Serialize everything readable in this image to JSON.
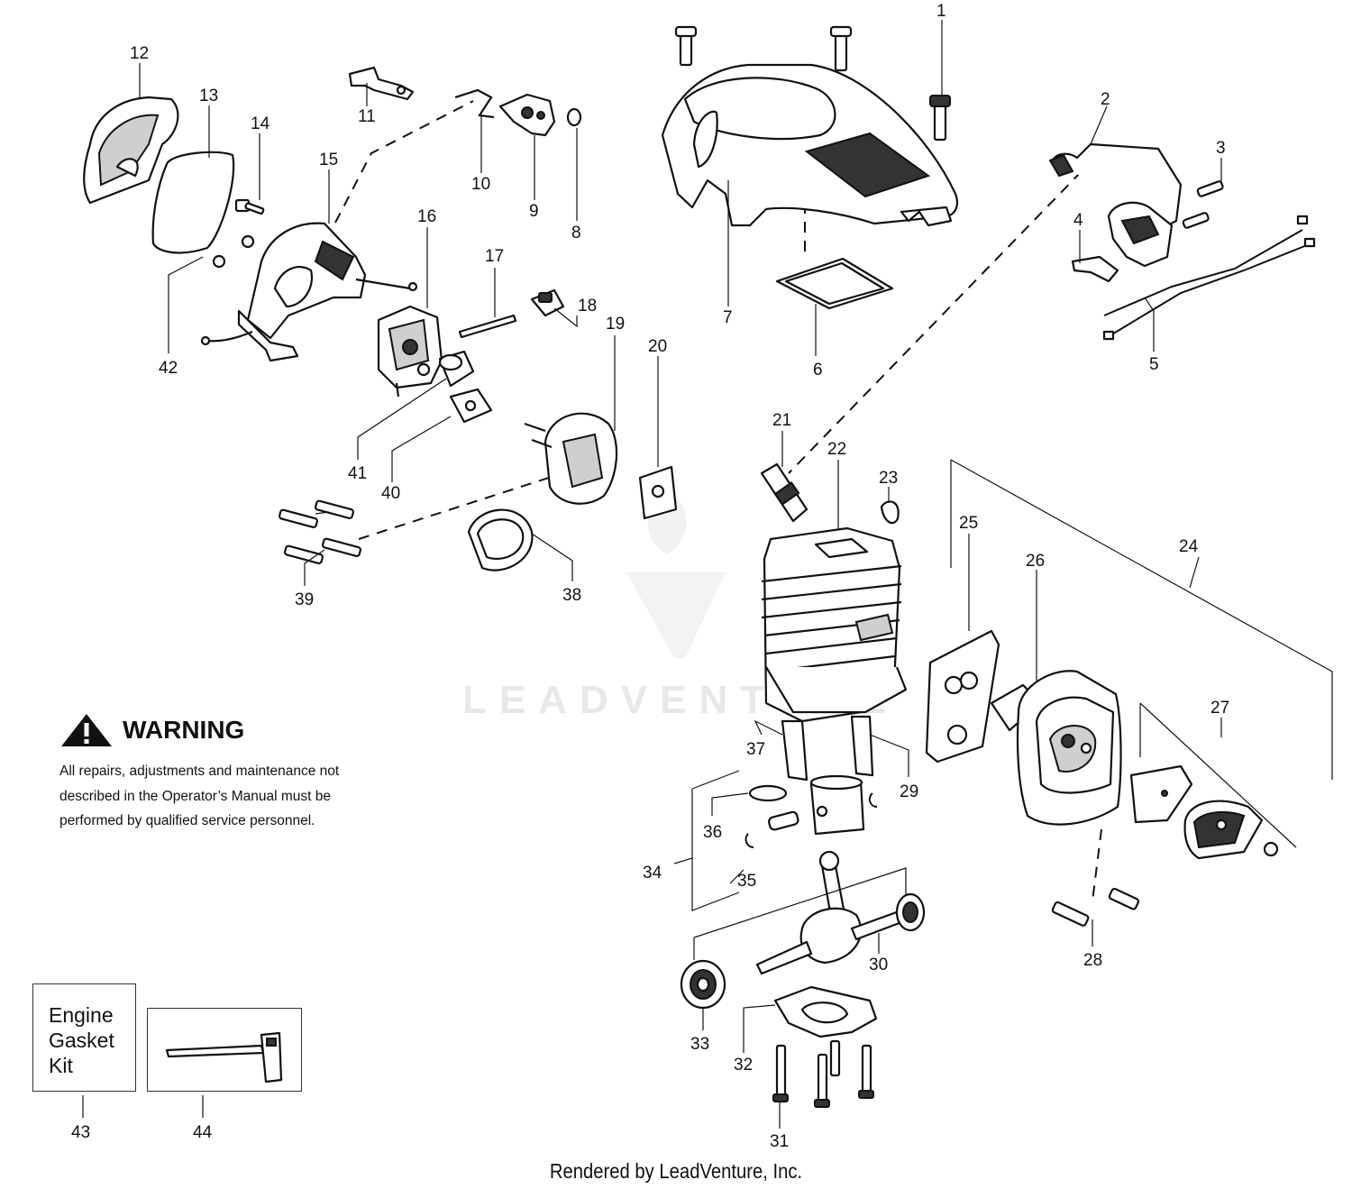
{
  "warning": {
    "title": "WARNING",
    "lines": [
      "All repairs, adjustments and maintenance not",
      "described in the Operator’s Manual must be",
      "performed by qualified  service personnel."
    ]
  },
  "kit": {
    "lines": [
      "Engine",
      "Gasket",
      "Kit"
    ]
  },
  "watermark": "LEADVENTURE",
  "footer": "Rendered by LeadVenture, Inc.",
  "callouts": [
    "1",
    "2",
    "3",
    "4",
    "5",
    "6",
    "7",
    "8",
    "9",
    "10",
    "11",
    "12",
    "13",
    "14",
    "15",
    "16",
    "17",
    "18",
    "19",
    "20",
    "21",
    "22",
    "23",
    "24",
    "25",
    "26",
    "27",
    "28",
    "29",
    "30",
    "31",
    "32",
    "33",
    "34",
    "35",
    "36",
    "37",
    "38",
    "39",
    "40",
    "41",
    "42",
    "43",
    "44"
  ],
  "icons": [
    "warning-triangle-icon",
    "leadventure-logo-icon",
    "spark-plug-wrench-icon"
  ]
}
